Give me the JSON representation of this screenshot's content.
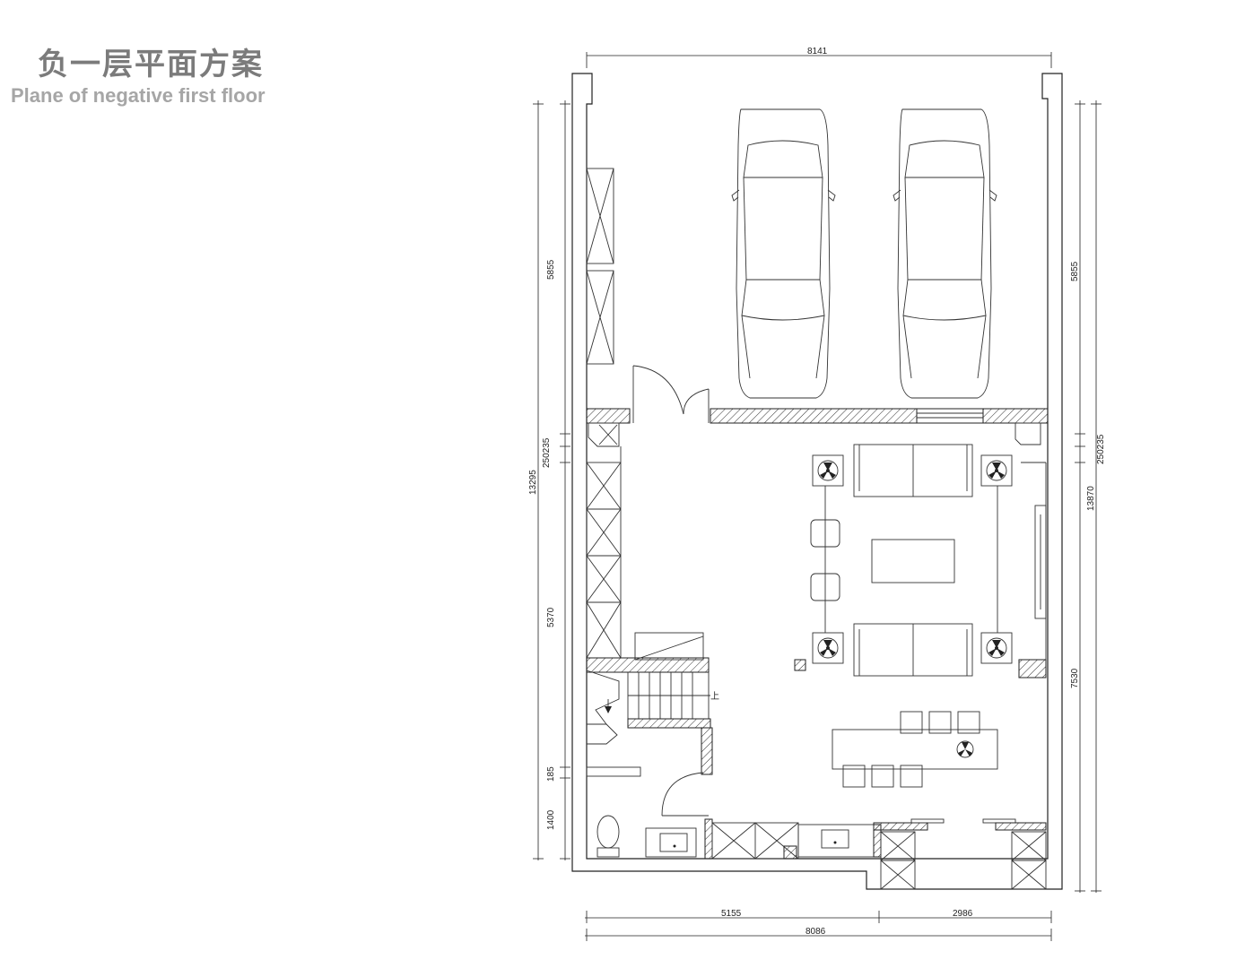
{
  "title": {
    "zh": "负一层平面方案",
    "en": "Plane of negative first floor"
  },
  "dimensions": {
    "top": "8141",
    "left_upper": "5855",
    "left_wall": "250235",
    "left_total": "13295",
    "left_middle": "5370",
    "left_small": "185",
    "left_lower": "1400",
    "right_upper": "5855",
    "right_wall": "250235",
    "right_total": "13870",
    "right_lower": "7530",
    "bottom_left": "5155",
    "bottom_right": "2986",
    "bottom_total": "8086"
  },
  "labels": {
    "stair_up": "上"
  }
}
